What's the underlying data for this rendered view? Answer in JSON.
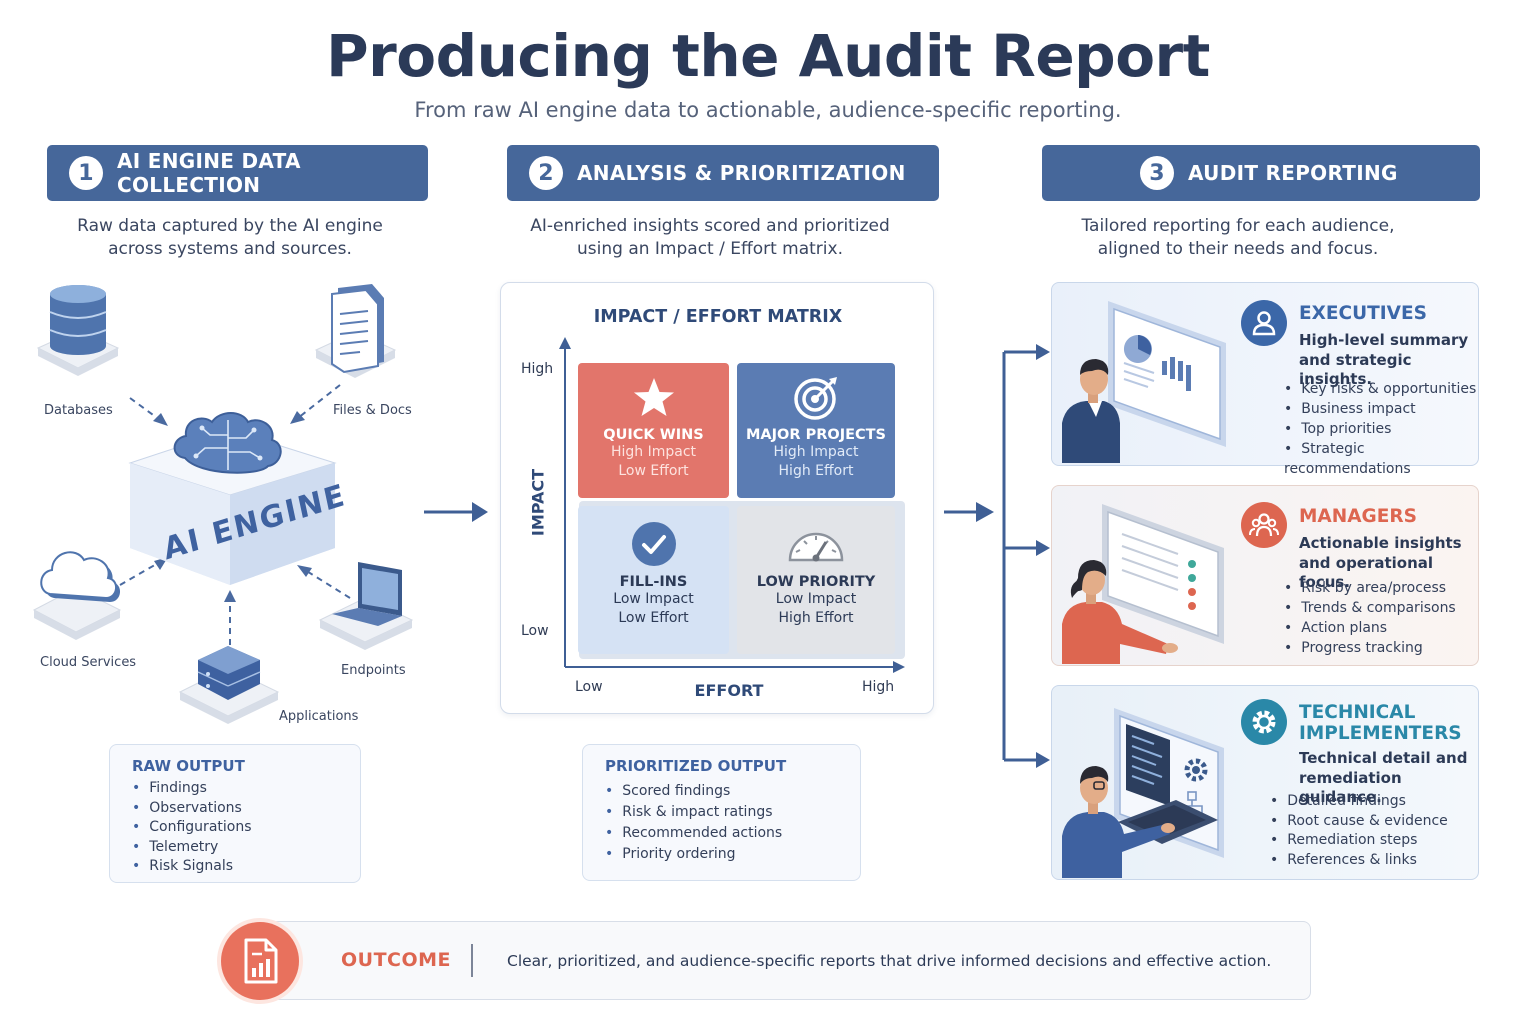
{
  "header": {
    "title": "Producing the Audit Report",
    "subtitle": "From raw AI engine data to actionable, audience-specific reporting."
  },
  "stages": [
    {
      "number": "1",
      "label": "AI ENGINE DATA COLLECTION",
      "desc_line1": "Raw data captured by the AI engine",
      "desc_line2": "across systems and sources."
    },
    {
      "number": "2",
      "label": "ANALYSIS & PRIORITIZATION",
      "desc_line1": "AI-enriched insights scored and prioritized",
      "desc_line2": "using an Impact / Effort matrix."
    },
    {
      "number": "3",
      "label": "AUDIT REPORTING",
      "desc_line1": "Tailored reporting for each audience,",
      "desc_line2": "aligned to their needs and focus."
    }
  ],
  "sources": {
    "databases": "Databases",
    "files": "Files & Docs",
    "cloud": "Cloud Services",
    "endpoints": "Endpoints",
    "applications": "Applications",
    "engine_label": "AI ENGINE"
  },
  "raw_output": {
    "title": "RAW OUTPUT",
    "items": [
      "Findings",
      "Observations",
      "Configurations",
      "Telemetry",
      "Risk Signals"
    ]
  },
  "matrix": {
    "title": "IMPACT / EFFORT MATRIX",
    "y_axis": "IMPACT",
    "x_axis": "EFFORT",
    "y_high": "High",
    "y_low": "Low",
    "x_low": "Low",
    "x_high": "High",
    "quadrants": [
      {
        "title": "QUICK WINS",
        "line1": "High Impact",
        "line2": "Low Effort",
        "icon": "star-icon",
        "color": "#e2756b"
      },
      {
        "title": "MAJOR PROJECTS",
        "line1": "High Impact",
        "line2": "High Effort",
        "icon": "target-icon",
        "color": "#5b7cb3"
      },
      {
        "title": "FILL-INS",
        "line1": "Low Impact",
        "line2": "Low Effort",
        "icon": "check-icon",
        "color": "#d5e2f4"
      },
      {
        "title": "LOW PRIORITY",
        "line1": "Low Impact",
        "line2": "High Effort",
        "icon": "gauge-icon",
        "color": "#e2e4e8"
      }
    ]
  },
  "prioritized_output": {
    "title": "PRIORITIZED OUTPUT",
    "items": [
      "Scored findings",
      "Risk & impact ratings",
      "Recommended actions",
      "Priority ordering"
    ]
  },
  "audiences": [
    {
      "title": "EXECUTIVES",
      "desc_line1": "High-level summary",
      "desc_line2": "and strategic insights.",
      "items": [
        "Key risks & opportunities",
        "Business impact",
        "Top priorities",
        "Strategic recommendations"
      ],
      "color": "#3b67a8",
      "icon": "person-icon"
    },
    {
      "title": "MANAGERS",
      "desc_line1": "Actionable insights",
      "desc_line2": "and operational focus.",
      "items": [
        "Risk by area/process",
        "Trends & comparisons",
        "Action plans",
        "Progress tracking"
      ],
      "color": "#dd6650",
      "icon": "team-icon"
    },
    {
      "title_line1": "TECHNICAL",
      "title_line2": "IMPLEMENTERS",
      "desc_line1": "Technical detail and",
      "desc_line2": "remediation guidance.",
      "items": [
        "Detailed findings",
        "Root cause & evidence",
        "Remediation steps",
        "References & links"
      ],
      "color": "#2a88a8",
      "icon": "gear-icon"
    }
  ],
  "outcome": {
    "label": "OUTCOME",
    "text": "Clear, prioritized, and audience-specific reports that drive informed decisions and effective action."
  }
}
